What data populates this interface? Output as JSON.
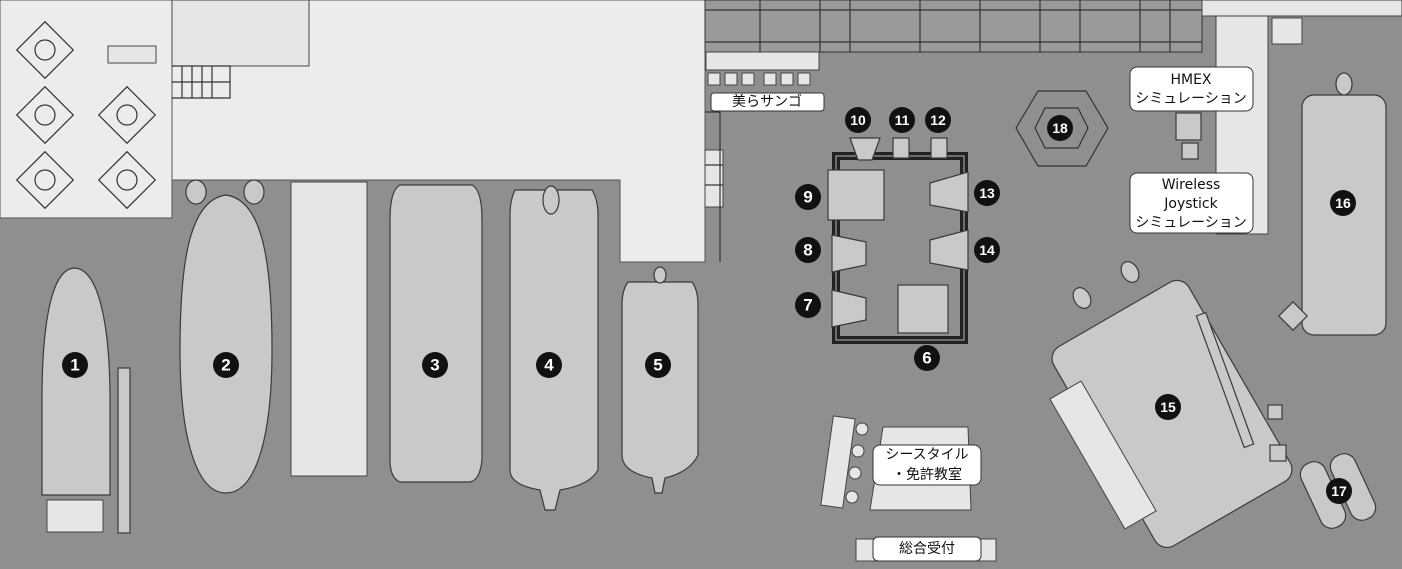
{
  "title": "Floor map",
  "markers": [
    "1",
    "2",
    "3",
    "4",
    "5",
    "6",
    "7",
    "8",
    "9",
    "10",
    "11",
    "12",
    "13",
    "14",
    "15",
    "16",
    "17",
    "18"
  ],
  "labels": {
    "churasango": "美らサンゴ",
    "hmex_line1": "HMEX",
    "hmex_line2": "シミュレーション",
    "wireless_line1": "Wireless",
    "wireless_line2": "Joystick",
    "wireless_line3": "シミュレーション",
    "seastyle_line1": "シースタイル",
    "seastyle_line2": "・免許教室",
    "reception": "総合受付"
  },
  "colors": {
    "floor": "#8f8f8f",
    "boat": "#c9c9c9",
    "marker": "#111111",
    "wall": "#ececec"
  }
}
